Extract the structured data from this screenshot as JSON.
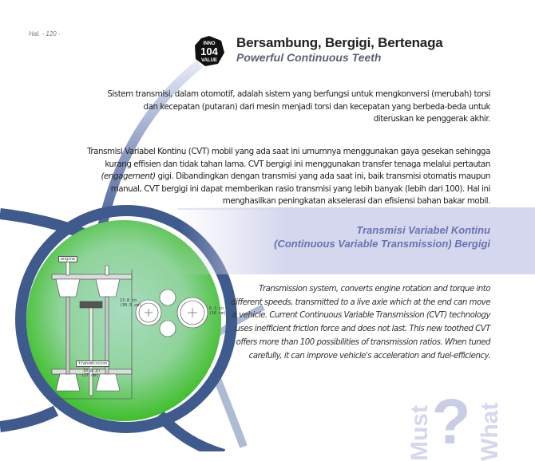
{
  "page_number": "Hal. - 120 -",
  "badge": {
    "top": "INNO",
    "number": "104",
    "bottom": "VALUE"
  },
  "header": {
    "title": "Bersambung, Bergigi, Bertenaga",
    "subtitle": "Powerful Continuous Teeth"
  },
  "body_id": {
    "paragraph1": "Sistem transmisi, dalam otomotif, adalah sistem yang berfungsi untuk mengkonversi (merubah) torsi dan kecepatan (putaran) dari mesin menjadi torsi dan kecepatan yang berbeda-beda untuk diteruskan ke penggerak akhir.",
    "paragraph2_a": "Transmisi Variabel Kontinu (CVT) mobil yang ada saat ini umumnya menggunakan gaya gesekan sehingga kurang effisien dan tidak tahan lama. CVT bergigi ini menggunakan transfer tenaga melalui pertautan ",
    "paragraph2_em": "(engagement)",
    "paragraph2_b": " gigi. Dibandingkan dengan transmisi yang ada saat ini, baik transmisi otomatis maupun manual, CVT bergigi ini dapat memberikan rasio transmisi yang lebih banyak (lebih dari 100). Hal ini menghasilkan peningkatan akselerasi dan efisiensi bahan bakar mobil."
  },
  "section": {
    "title_line1": "Transmisi Variabel Kontinu",
    "title_line2": "(Continuous Variable Transmission) Bergigi"
  },
  "body_en": "Transmission system, converts engine rotation and torque into different speeds, transmitted to a live axle which at the end can move a vehicle. Current Continuous Variable Transmission (CVT) technology uses inefficient friction force and does not last. This new toothed CVT offers more than 100 possibilities of transmission ratios. When tuned carefully, it can improve vehicle's acceleration and fuel-efficiency.",
  "diagram": {
    "engine_label": "engine",
    "transmission_label": "transmission",
    "height_in": "13.8 in",
    "height_cm": "(30.5 cm)",
    "width_in": "10.8 in",
    "width_cm": "(27 cm)",
    "gear_in": "6.3 in",
    "gear_cm": "(16 cm)"
  },
  "watermark": {
    "word1": "Must",
    "word2": "What",
    "symbol": "?"
  },
  "colors": {
    "navy": "#3f5a8c",
    "green": "#5ccb3a",
    "lavender": "#d4d7ee",
    "section_title": "#6a72b0"
  }
}
